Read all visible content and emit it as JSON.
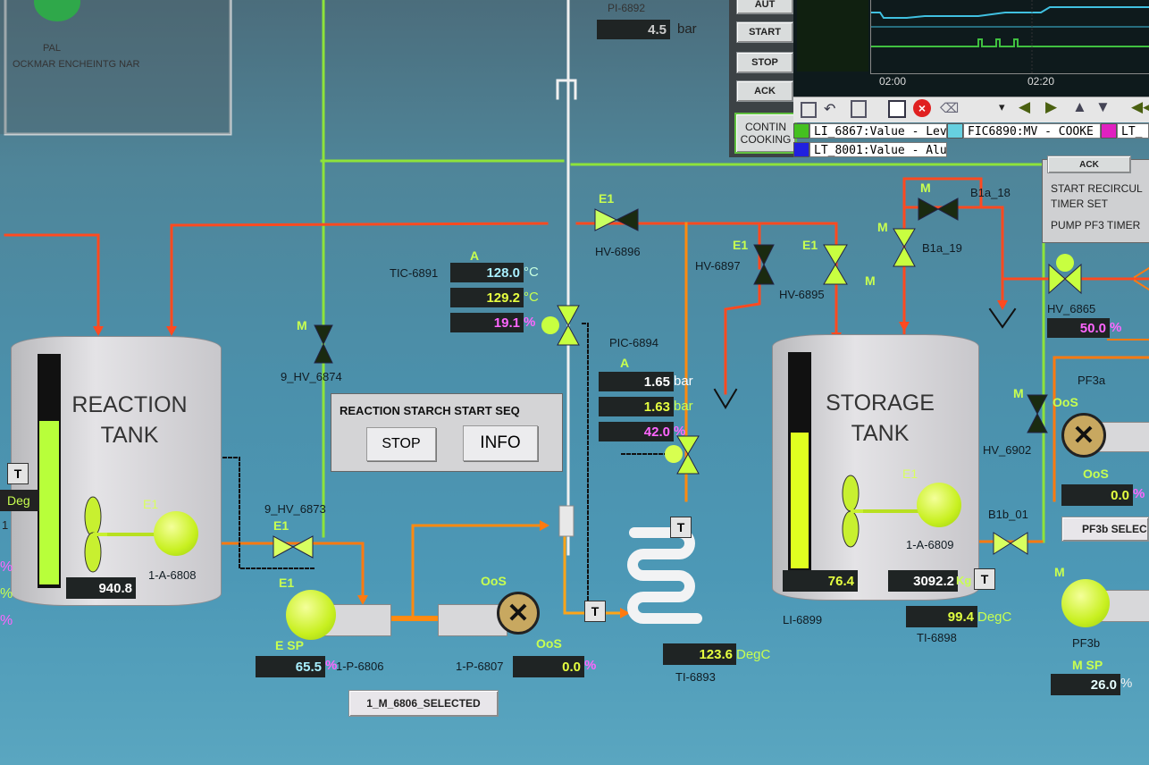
{
  "top": {
    "left_label": "PAL",
    "left_sub": "OCKMAR ENCHEINTG NAR",
    "pi_tag": "PI-6892",
    "pi_value": "4.5",
    "pi_unit": "bar"
  },
  "controls": {
    "auto": "AUT",
    "start": "START",
    "stop": "STOP",
    "ack": "ACK",
    "continue_1": "CONTIN",
    "continue_2": "COOKING",
    "ack2": "ACK",
    "recirc_1": "START RECIRCUL",
    "recirc_2": "TIMER SET",
    "recirc_3": "PUMP PF3 TIMER"
  },
  "trend": {
    "time1": "02:00",
    "time2": "02:20",
    "legend": [
      {
        "label": "LI_6867:Value - Leve",
        "color": "#44c020"
      },
      {
        "label": "FIC6890:MV - COOKE",
        "color": "#66d0e0"
      },
      {
        "label": "LT_",
        "color": "#e020c0"
      },
      {
        "label": "LT_8001:Value - Alu",
        "color": "#2020e0"
      }
    ],
    "toolbar_icons": [
      "save-icon",
      "undo-icon",
      "copy-icon",
      "print-icon",
      "delete-icon",
      "clear-icon",
      "dropdown-icon",
      "prev-icon",
      "next-icon",
      "up-icon",
      "down-icon",
      "rewind-icon"
    ]
  },
  "reaction_tank": {
    "title_1": "REACTION",
    "title_2": "TANK",
    "agitator_e": "E1",
    "agitator_tag": "1-A-6808",
    "level": "940.8",
    "level_fill": 0.72,
    "t_label": "T",
    "deg": "Deg",
    "side_1": "1",
    "side_pct": "%"
  },
  "storage_tank": {
    "title_1": "STORAGE",
    "title_2": "TANK",
    "agitator_e": "E1",
    "agitator_tag": "1-A-6809",
    "level": "76.4",
    "level_fill": 0.64,
    "weight": "3092.2",
    "weight_unit": "Kg",
    "t_label": "T",
    "li_tag": "LI-6899",
    "ti_value": "99.4",
    "ti_unit": "DegC",
    "ti_tag": "TI-6898"
  },
  "tic": {
    "tag": "TIC-6891",
    "mode": "A",
    "sp": "128.0",
    "pv": "129.2",
    "out": "19.1",
    "unit_c": "°C",
    "unit_pct": "%"
  },
  "pic": {
    "tag": "PIC-6894",
    "mode": "A",
    "sp": "1.65",
    "pv": "1.63",
    "out": "42.0",
    "unit_bar": "bar",
    "unit_pct": "%"
  },
  "valves": {
    "hv6874_m": "M",
    "hv6874": "9_HV_6874",
    "hv6873": "9_HV_6873",
    "hv6873_e": "E1",
    "hv6896_e": "E1",
    "hv6896": "HV-6896",
    "hv6897_e": "E1",
    "hv6897": "HV-6897",
    "hv6895_e": "E1",
    "hv6895": "HV-6895",
    "b1a18_m": "M",
    "b1a18": "B1a_18",
    "b1a19_m": "M",
    "b1a19": "B1a_19",
    "m_label": "M",
    "hv6865": "HV_6865",
    "hv6865_out": "50.0",
    "hv6902_m": "M",
    "hv6902": "HV_6902",
    "b1b01": "B1b_01"
  },
  "sequence": {
    "title": "REACTION STARCH START SEQ",
    "stop": "STOP",
    "info": "INFO"
  },
  "pumps": {
    "p6806_e": "E1",
    "p6806_sp": "E SP",
    "p6806_val": "65.5",
    "p6806_tag": "1-P-6806",
    "p6806_sel": "1_M_6806_SELECTED",
    "p6807_oos": "OoS",
    "p6807_tag": "1-P-6807",
    "p6807_oos2": "OoS",
    "p6807_val": "0.0",
    "pf3a": "PF3a",
    "pf3a_oos": "OoS",
    "pf3a_oos2": "OoS",
    "pf3a_val": "0.0",
    "pf3b_sel": "PF3b SELEC",
    "pf3b_m": "M",
    "pf3b": "PF3b",
    "pf3b_sp": "M SP",
    "pf3b_val": "26.0",
    "pct": "%"
  },
  "ti6893": {
    "value": "123.6",
    "unit": "DegC",
    "tag": "TI-6893",
    "t": "T",
    "t2": "T"
  }
}
